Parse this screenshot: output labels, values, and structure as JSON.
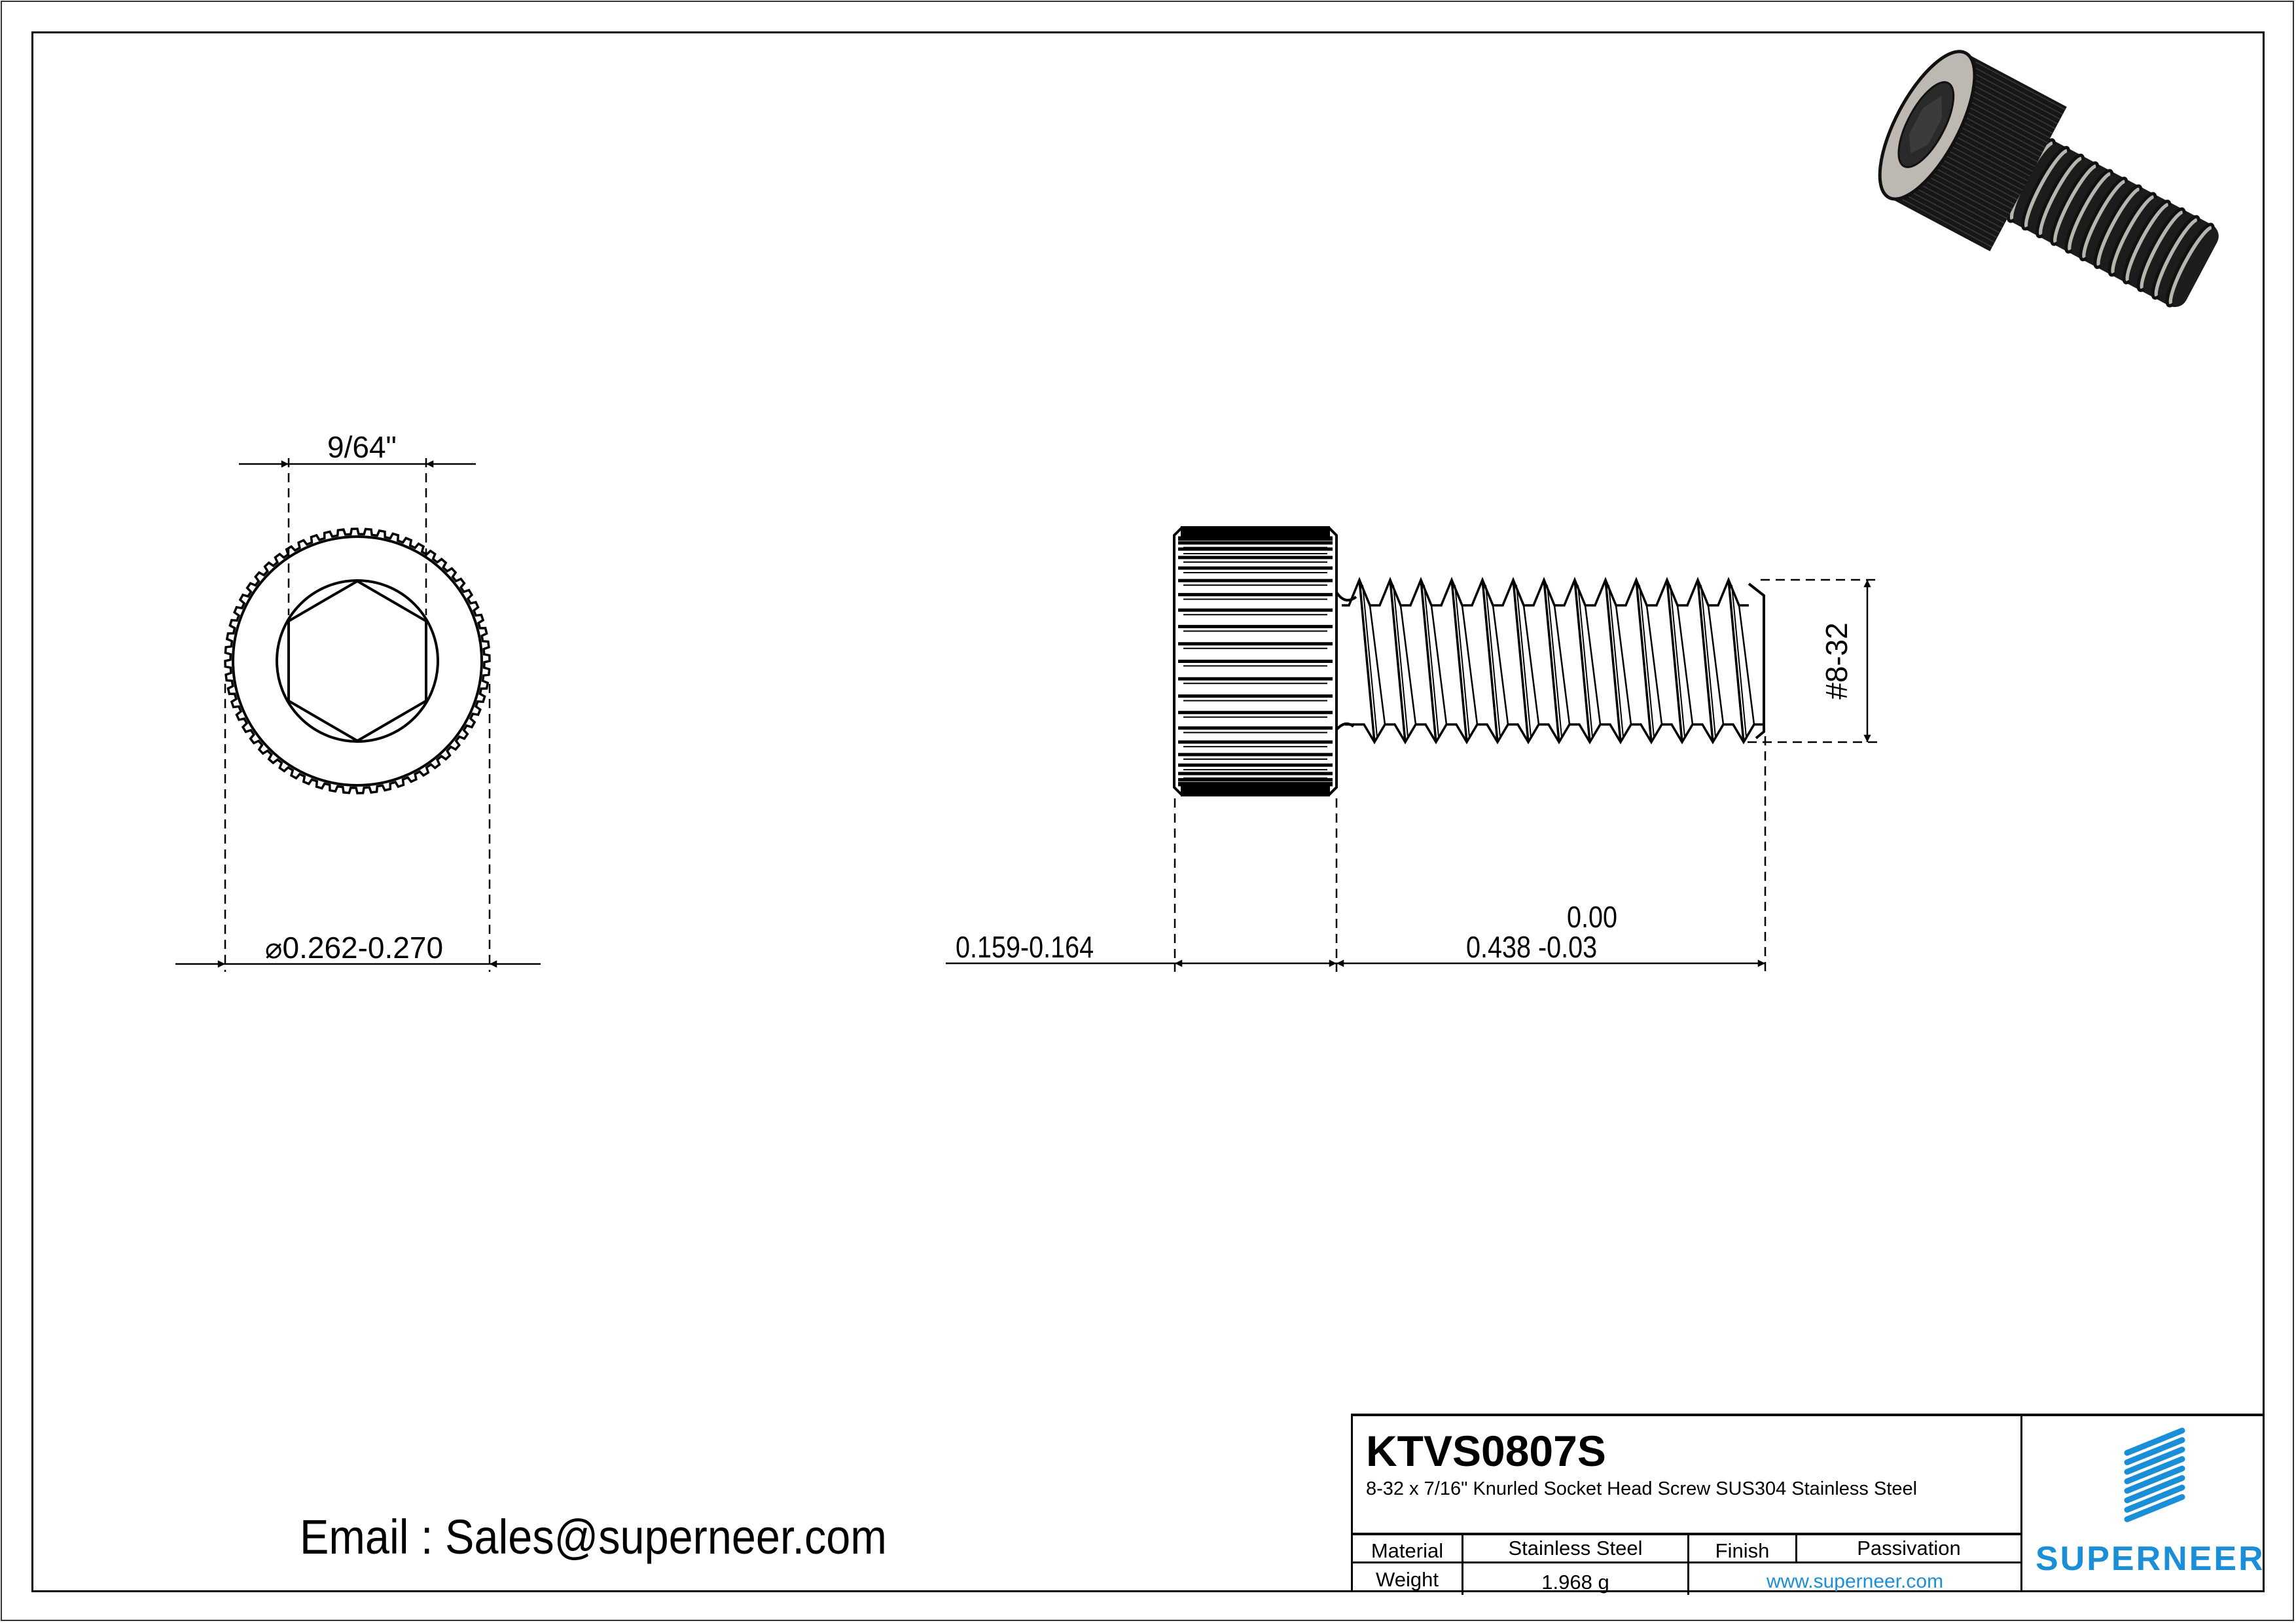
{
  "drawing": {
    "type": "engineering-drawing",
    "subject": "Knurled socket head cap screw",
    "views": [
      "end-view",
      "side-view",
      "isometric-render"
    ]
  },
  "end_view": {
    "dimensions": {
      "socket_across_flats": "9/64\"",
      "head_diameter_symbol": "⌀",
      "head_diameter": "0.262-0.270"
    }
  },
  "side_view": {
    "dimensions": {
      "head_height": "0.159-0.164",
      "length_tolerance_upper": "0.00",
      "length": "0.438 -0.03",
      "thread_size": "#8-32"
    },
    "thread_crest_count": 13,
    "knurl_rib_count": 22
  },
  "contact": {
    "email_line": "Email : Sales@superneer.com"
  },
  "title_block": {
    "part_number": "KTVS0807S",
    "description": "8-32 x 7/16\" Knurled Socket Head Screw SUS304 Stainless Steel",
    "material_label": "Material",
    "material_value": "Stainless Steel",
    "finish_label": "Finish",
    "finish_value": "Passivation",
    "weight_label": "Weight",
    "weight_value": "1.968 g",
    "website": "www.superneer.com",
    "logo_text": "SUPERNEER",
    "logo_icon": "diagonal-stripes-logo-icon"
  },
  "colors": {
    "line": "#000000",
    "brand_blue": "#1a8fd8",
    "background": "#ffffff",
    "render_metal": "#b8b4ae",
    "render_dark": "#1a1a1a"
  }
}
